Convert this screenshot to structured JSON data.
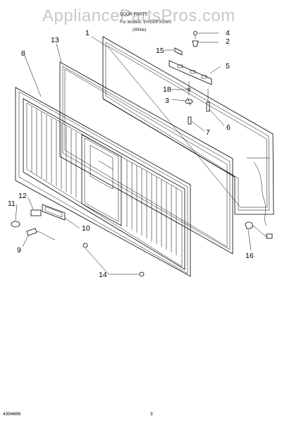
{
  "watermark": "AppliancePartsPros.com",
  "header": {
    "line1": "DOOR PARTS",
    "line2": "For Models: EH150FXGW0",
    "line3": "(White)"
  },
  "callouts": {
    "c1": "1",
    "c2": "2",
    "c3": "3",
    "c4": "4",
    "c5": "5",
    "c6": "6",
    "c7": "7",
    "c8": "8",
    "c9": "9",
    "c10": "10",
    "c11": "11",
    "c12": "12",
    "c13": "13",
    "c14": "14",
    "c15": "15",
    "c16": "16",
    "c18": "18"
  },
  "footer": {
    "doc_number": "4394686",
    "page_number": "3"
  }
}
